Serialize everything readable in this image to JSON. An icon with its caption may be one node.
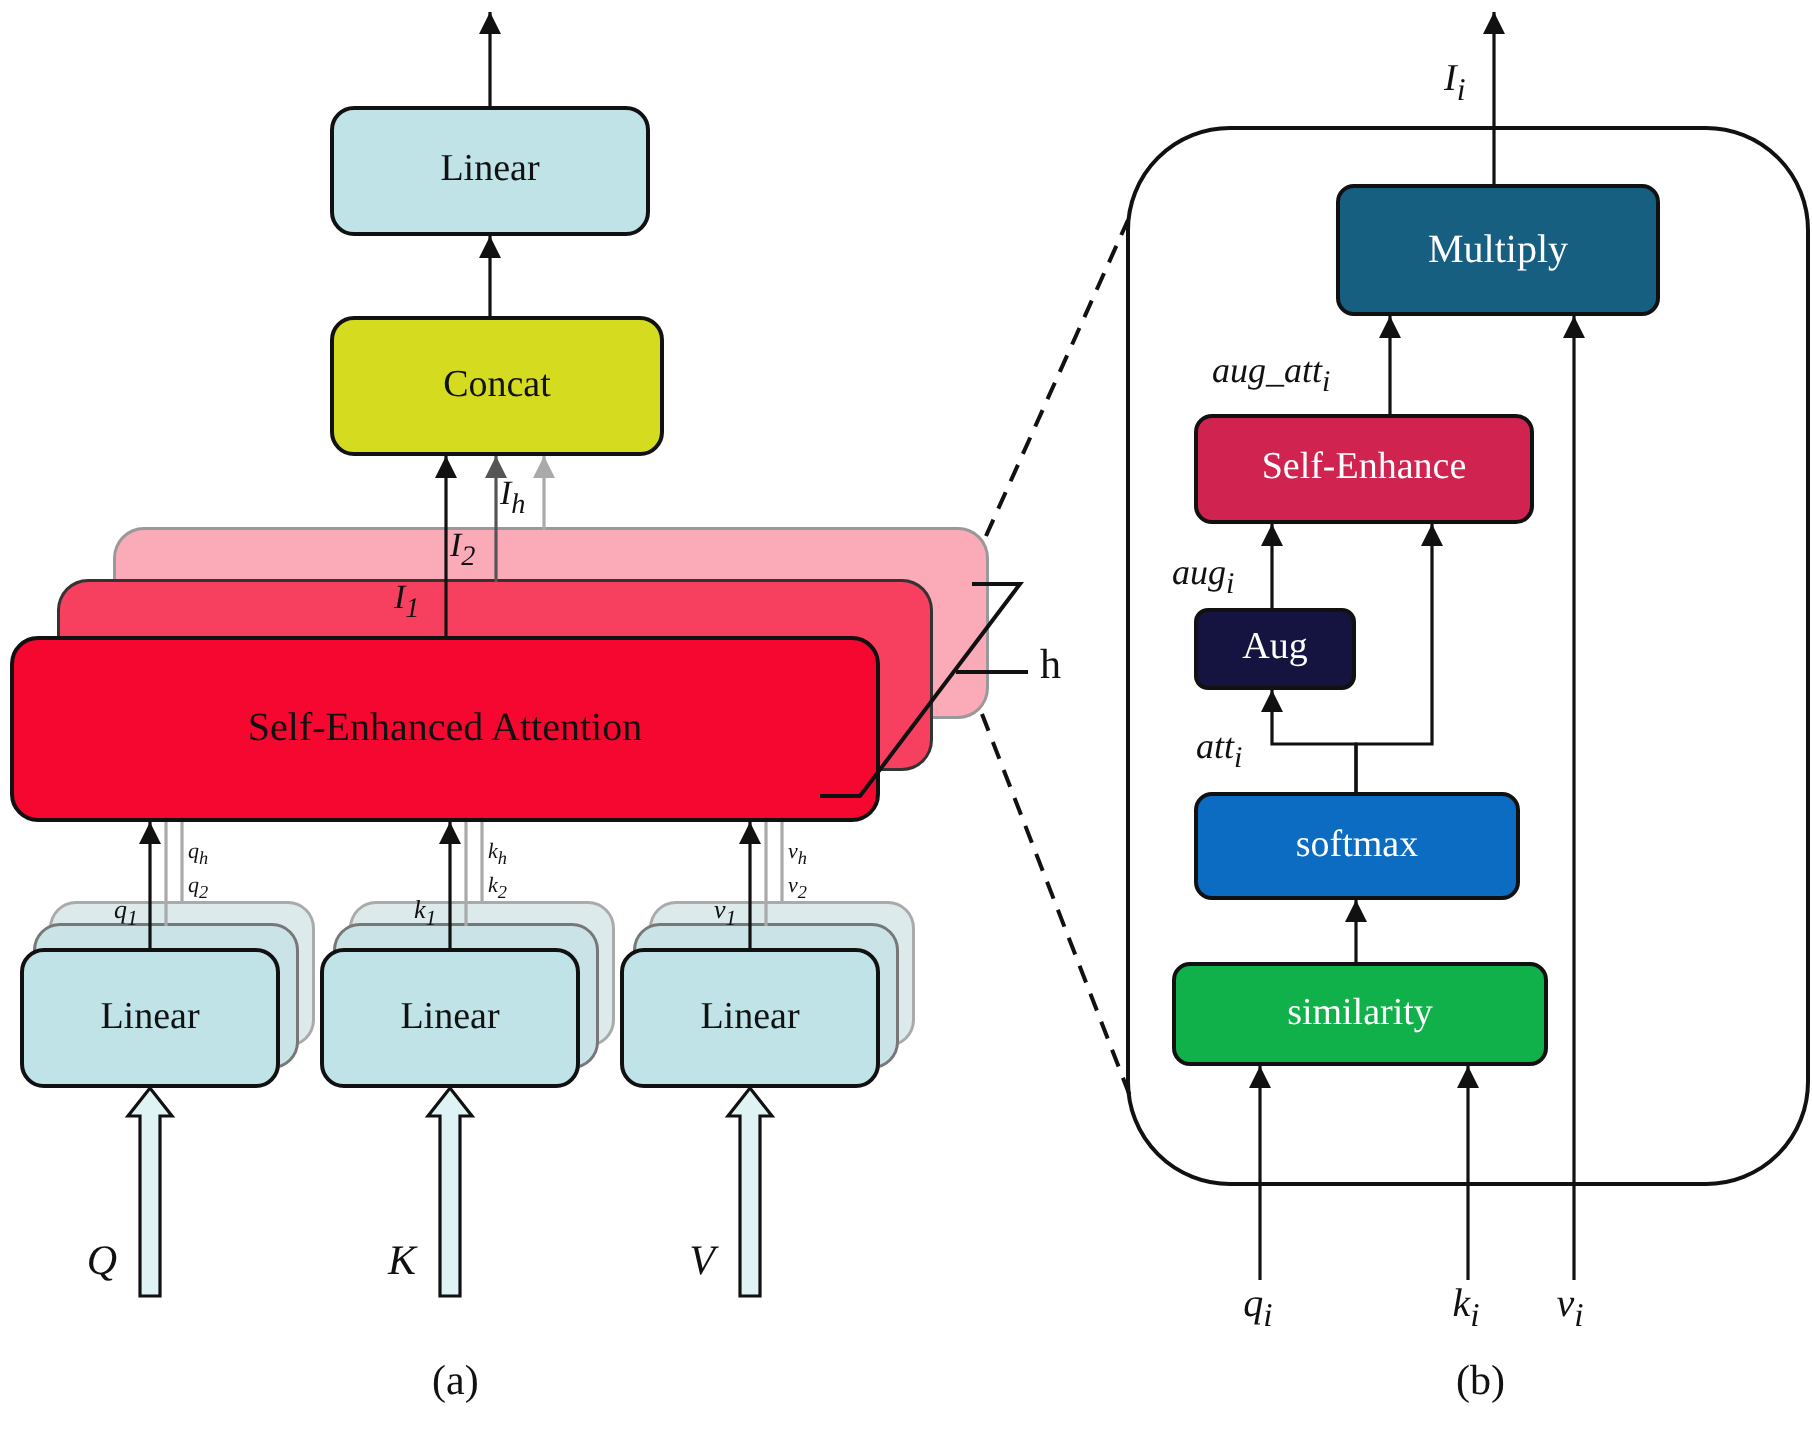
{
  "diagram": {
    "nodes": [
      {
        "text": [
          "Linear"
        ]
      },
      {
        "text": [
          "Concat"
        ]
      },
      {
        "text": [
          "Self-Enhanced Attention"
        ]
      },
      {
        "text": [
          "Linear"
        ]
      },
      {
        "text": [
          "Linear"
        ]
      },
      {
        "text": [
          "Linear"
        ]
      },
      {
        "text": [
          "Q"
        ]
      },
      {
        "text": [
          "K"
        ]
      },
      {
        "text": [
          "V"
        ]
      },
      {
        "text": [],
        "shape": "box"
      },
      {
        "text": [
          "Multiply"
        ],
        "in": 9
      },
      {
        "text": [
          "Self-Enhance"
        ],
        "in": 9
      },
      {
        "text": [
          "Aug"
        ],
        "in": 9
      },
      {
        "text": [
          "softmax"
        ],
        "in": 9
      },
      {
        "text": [
          "similarity"
        ],
        "in": 9
      },
      {
        "text": [
          "q$_{i}$"
        ]
      },
      {
        "text": [
          "k$_{i}$"
        ]
      },
      {
        "text": [
          "v$_{i}$"
        ]
      }
    ],
    "edges": [
      {
        "from": 0,
        "to": null,
        "arrow": "to"
      },
      {
        "from": 1,
        "to": 0,
        "arrow": "to"
      },
      {
        "from": 2,
        "to": 1,
        "arrow": "to",
        "label": "I$_{1}$"
      },
      {
        "from": 2,
        "to": 1,
        "arrow": "to",
        "label": "I$_{2}$",
        "color": "#555555"
      },
      {
        "from": 2,
        "to": 1,
        "arrow": "to",
        "label": "I$_{h}$",
        "color": "#aaaaaa"
      },
      {
        "from": 3,
        "to": 2,
        "arrow": "to",
        "label": "q$_{1}$"
      },
      {
        "from": 4,
        "to": 2,
        "arrow": "to",
        "label": "k$_{1}$"
      },
      {
        "from": 5,
        "to": 2,
        "arrow": "to",
        "label": "v$_{1}$"
      },
      {
        "from": 3,
        "to": 2,
        "arrow": "none",
        "label": "q$_{2}$",
        "color": "#aaaaaa"
      },
      {
        "from": 3,
        "to": 2,
        "arrow": "none",
        "label": "q$_{h}$",
        "color": "#aaaaaa"
      },
      {
        "from": 4,
        "to": 2,
        "arrow": "none",
        "label": "k$_{2}$",
        "color": "#aaaaaa"
      },
      {
        "from": 4,
        "to": 2,
        "arrow": "none",
        "label": "k$_{h}$",
        "color": "#aaaaaa"
      },
      {
        "from": 5,
        "to": 2,
        "arrow": "none",
        "label": "v$_{2}$",
        "color": "#aaaaaa"
      },
      {
        "from": 5,
        "to": 2,
        "arrow": "none",
        "label": "v$_{h}$",
        "color": "#aaaaaa"
      },
      {
        "from": 6,
        "to": 3,
        "arrow": "to",
        "style": "thick"
      },
      {
        "from": 7,
        "to": 4,
        "arrow": "to",
        "style": "thick"
      },
      {
        "from": 8,
        "to": 5,
        "arrow": "to",
        "style": "thick"
      },
      {
        "from": 2,
        "to": 9,
        "arrow": "none",
        "style": "dashed"
      },
      {
        "from": 2,
        "to": 9,
        "arrow": "none",
        "style": "dashed"
      },
      {
        "from": 14,
        "to": 13,
        "arrow": "to"
      },
      {
        "from": 13,
        "to": 12,
        "arrow": "to",
        "label": "att$_{i}$"
      },
      {
        "from": 13,
        "to": 11,
        "arrow": "to"
      },
      {
        "from": 12,
        "to": 11,
        "arrow": "to",
        "label": "aug$_{i}$"
      },
      {
        "from": 11,
        "to": 10,
        "arrow": "to",
        "label": "aug_att$_{i}$"
      },
      {
        "from": 15,
        "to": 14,
        "arrow": "to"
      },
      {
        "from": 16,
        "to": 14,
        "arrow": "to"
      },
      {
        "from": 17,
        "to": 10,
        "arrow": "to"
      },
      {
        "from": 10,
        "to": null,
        "arrow": "to",
        "label": "I$_{i}$"
      }
    ],
    "labels": [
      "h",
      "(a)",
      "(b)"
    ]
  }
}
